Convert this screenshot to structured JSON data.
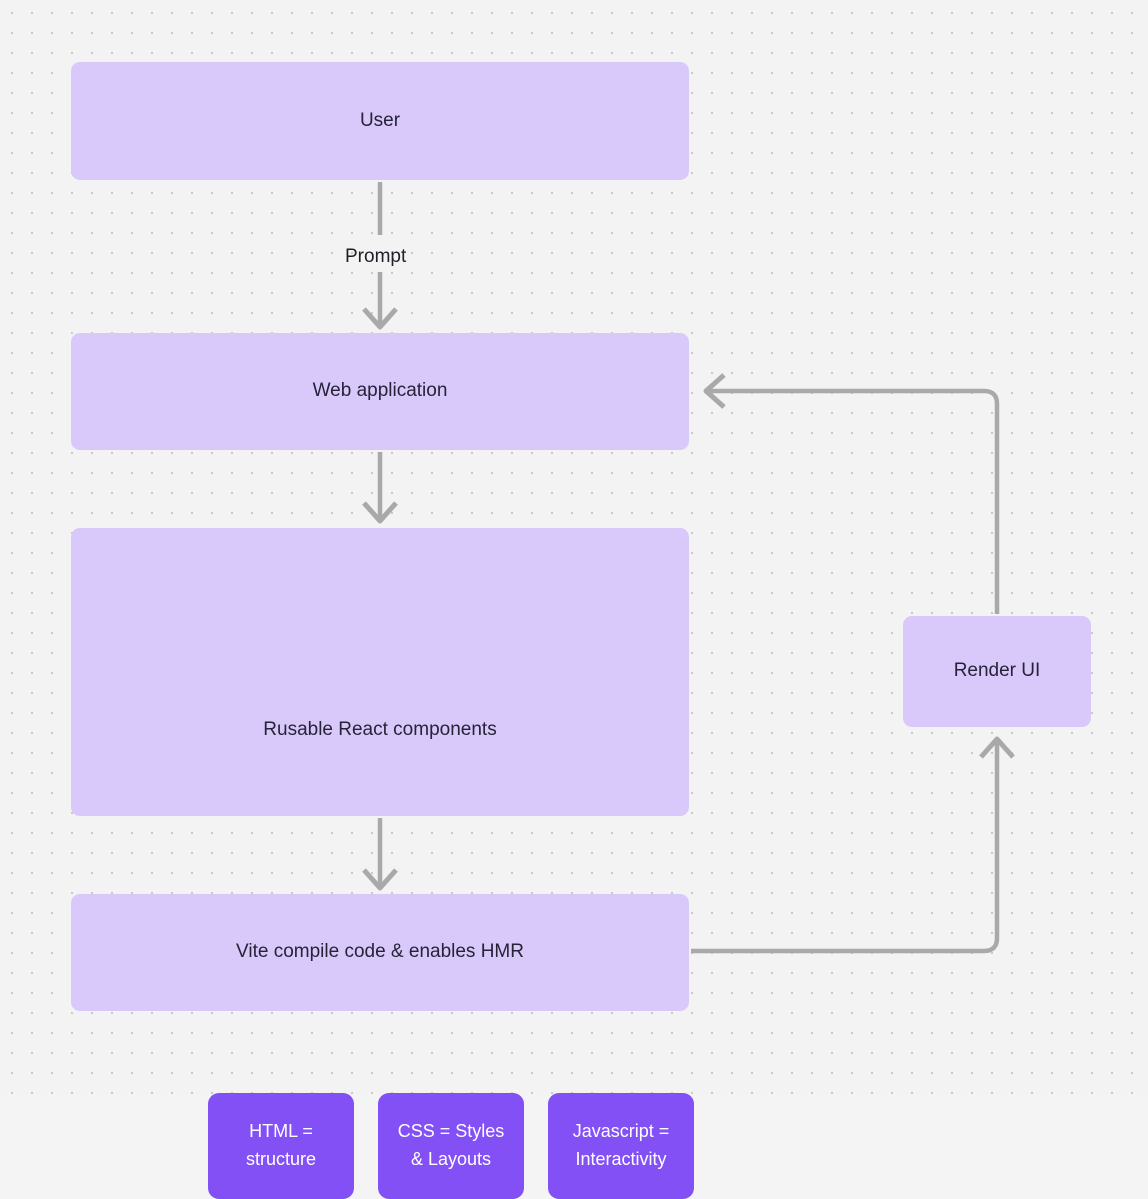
{
  "canvas": {
    "title": "React + Vite web application flow diagram",
    "background_color": "#f3f3f3",
    "dot_color": "#c9c9c9",
    "node_fill": "#d9c9fb",
    "inner_node_fill": "#8250f5",
    "edge_color": "#a9a9a9",
    "text_color": "#262338"
  },
  "nodes": {
    "user": {
      "label": "User"
    },
    "web_application": {
      "label": "Web application"
    },
    "components": {
      "caption": "Rusable React components",
      "items": [
        {
          "label": "HTML =\nstructure",
          "line1": "HTML =",
          "line2": "structure"
        },
        {
          "label": "CSS = Styles\n& Layouts",
          "line1": "CSS = Styles",
          "line2": "& Layouts"
        },
        {
          "label": "Javascript =\nInteractivity",
          "line1": "Javascript =",
          "line2": "Interactivity"
        }
      ]
    },
    "vite": {
      "label": "Vite compile code & enables HMR"
    },
    "render_ui": {
      "label": "Render UI"
    }
  },
  "edges": [
    {
      "from": "user",
      "to": "web_application",
      "label": "Prompt",
      "direction": "down"
    },
    {
      "from": "web_application",
      "to": "components",
      "label": "",
      "direction": "down"
    },
    {
      "from": "components",
      "to": "vite",
      "label": "",
      "direction": "down"
    },
    {
      "from": "vite",
      "to": "render_ui",
      "label": "",
      "direction": "right-up"
    },
    {
      "from": "render_ui",
      "to": "web_application",
      "label": "",
      "direction": "up-left"
    }
  ]
}
